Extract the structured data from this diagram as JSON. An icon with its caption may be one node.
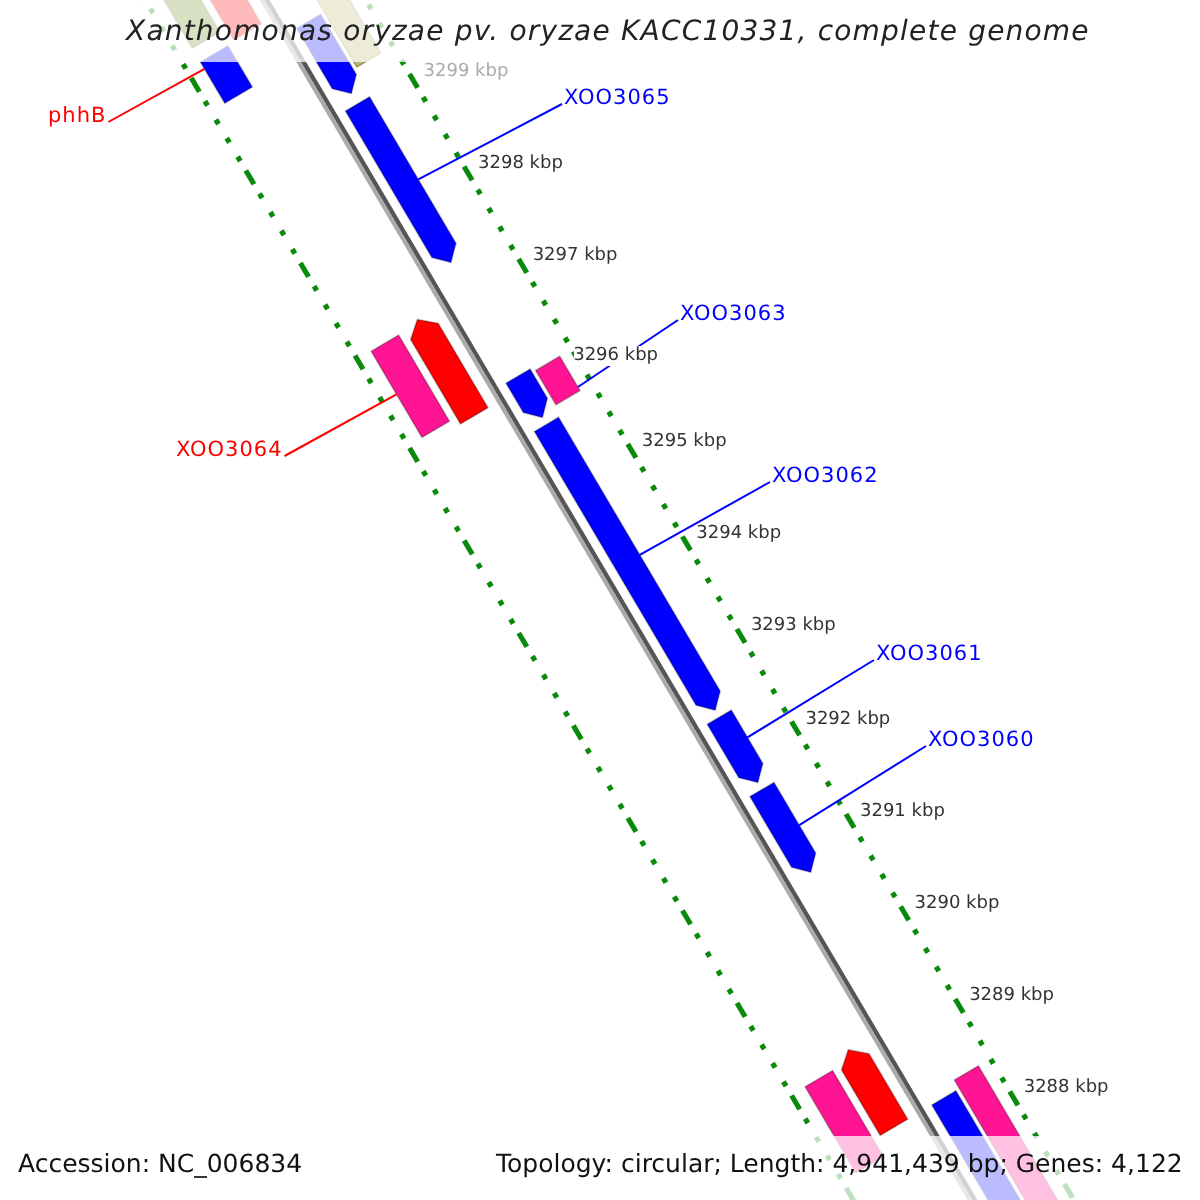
{
  "diagram": {
    "title": "Xanthomonas oryzae pv. oryzae KACC10331, complete genome",
    "nodes": [
      {
        "text": [
          "phhB"
        ]
      },
      {
        "text": [
          "XOO3065"
        ]
      },
      {
        "text": [
          "XOO3064"
        ]
      },
      {
        "text": [
          "XOO3063"
        ]
      },
      {
        "text": [
          "XOO3062"
        ]
      },
      {
        "text": [
          "XOO3061"
        ]
      },
      {
        "text": [
          "XOO3060"
        ]
      },
      {
        "text": [],
        "shape": "bar"
      },
      {
        "text": [],
        "shape": "bar"
      },
      {
        "text": [],
        "shape": "bar"
      },
      {
        "text": [],
        "shape": "bar"
      },
      {
        "text": [],
        "shape": "bar"
      },
      {
        "text": [],
        "shape": "bar"
      },
      {
        "text": [],
        "shape": "bar"
      },
      {
        "text": [],
        "shape": "bar"
      },
      {
        "text": [],
        "shape": "bar"
      },
      {
        "text": [],
        "shape": "bar"
      },
      {
        "text": [],
        "shape": "bar"
      },
      {
        "text": [],
        "shape": "bar"
      },
      {
        "text": [],
        "shape": "bar"
      },
      {
        "text": [],
        "shape": "bar"
      },
      {
        "text": [],
        "shape": "bar"
      },
      {
        "text": [],
        "shape": "bar"
      },
      {
        "text": [],
        "shape": "bar"
      }
    ],
    "edges": [
      {
        "from": 0,
        "to": 9,
        "arrow": "none",
        "color": "#ff0000"
      },
      {
        "from": 1,
        "to": 12,
        "arrow": "none"
      },
      {
        "from": 2,
        "to": 14,
        "arrow": "none",
        "color": "#ff0000"
      },
      {
        "from": 3,
        "to": 16,
        "arrow": "none"
      },
      {
        "from": 4,
        "to": 17,
        "arrow": "none"
      },
      {
        "from": 5,
        "to": 18,
        "arrow": "none"
      },
      {
        "from": 6,
        "to": 19,
        "arrow": "none"
      }
    ],
    "labels": [
      "3299 kbp",
      "3298 kbp",
      "3297 kbp",
      "3296 kbp",
      "3295 kbp",
      "3294 kbp",
      "3293 kbp",
      "3292 kbp",
      "3291 kbp",
      "3290 kbp",
      "3289 kbp",
      "3288 kbp",
      "Accession: NC_006834",
      "Topology: circular; Length: 4,941,439 bp; Genes: 4,122"
    ]
  }
}
